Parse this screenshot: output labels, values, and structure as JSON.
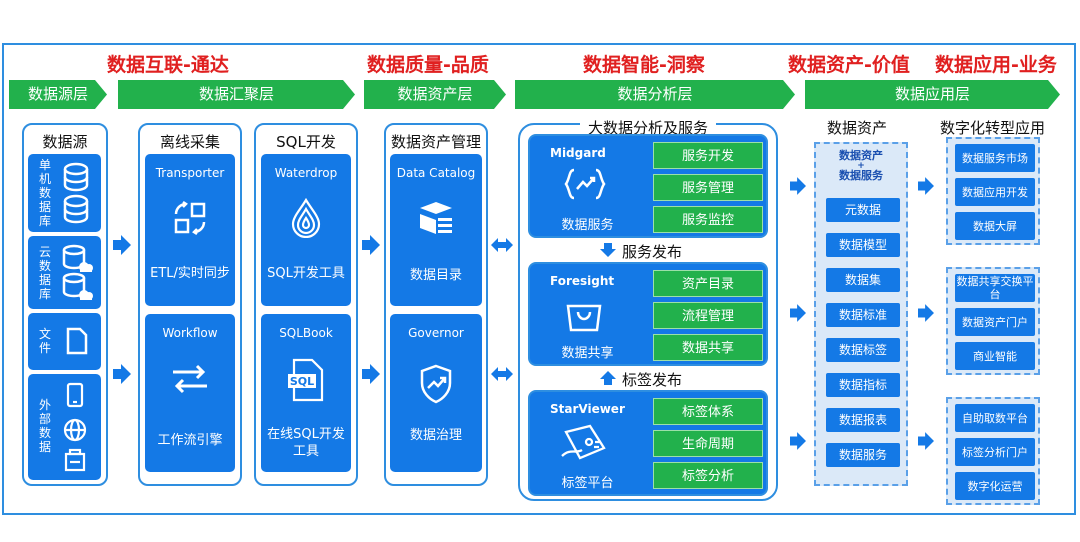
{
  "titles": [
    "数据互联-通达",
    "数据质量-品质",
    "数据智能-洞察",
    "数据资产-价值",
    "数据应用-业务"
  ],
  "layers": [
    "数据源层",
    "数据汇聚层",
    "数据资产层",
    "数据分析层",
    "数据应用层"
  ],
  "source": {
    "title": "数据源",
    "items": [
      {
        "label": "单机数据库"
      },
      {
        "label": "云数据库"
      },
      {
        "label": "文件"
      },
      {
        "label": "外部数据"
      }
    ]
  },
  "collect": {
    "offline_title": "离线采集",
    "sql_title": "SQL开发",
    "transporter_en": "Transporter",
    "transporter_zh": "ETL/实时同步",
    "workflow_en": "Workflow",
    "workflow_zh": "工作流引擎",
    "waterdrop_en": "Waterdrop",
    "waterdrop_zh": "SQL开发工具",
    "sqlbook_en": "SQLBook",
    "sqlbook_zh": "在线SQL开发工具",
    "sql_icon_text": "SQL"
  },
  "asset_mgmt": {
    "title": "数据资产管理",
    "catalog_en": "Data Catalog",
    "catalog_zh": "数据目录",
    "governor_en": "Governor",
    "governor_zh": "数据治理"
  },
  "analysis": {
    "title": "大数据分析及服务",
    "midgard": {
      "name": "Midgard",
      "zh": "数据服务",
      "btns": [
        "服务开发",
        "服务管理",
        "服务监控"
      ]
    },
    "publish1": "服务发布",
    "foresight": {
      "name": "Foresight",
      "zh": "数据共享",
      "btns": [
        "资产目录",
        "流程管理",
        "数据共享"
      ]
    },
    "publish2": "标签发布",
    "starviewer": {
      "name": "StarViewer",
      "zh": "标签平台",
      "btns": [
        "标签体系",
        "生命周期",
        "标签分析"
      ]
    }
  },
  "assets": {
    "title": "数据资产",
    "head": "数据资产+数据服务",
    "head_l1": "数据资产",
    "head_plus": "+",
    "head_l2": "数据服务",
    "items": [
      "元数据",
      "数据模型",
      "数据集",
      "数据标准",
      "数据标签",
      "数据指标",
      "数据报表",
      "数据服务"
    ]
  },
  "apps": {
    "title": "数字化转型应用",
    "groups": [
      [
        "数据服务市场",
        "数据应用开发",
        "数据大屏"
      ],
      [
        "数据共享交换平台",
        "数据资产门户",
        "商业智能"
      ],
      [
        "自助取数平台",
        "标签分析门户",
        "数字化运营"
      ]
    ]
  },
  "colors": {
    "blue": "#1479e6",
    "green": "#22b14c",
    "red": "#e02020",
    "border": "#2e8ee0"
  }
}
